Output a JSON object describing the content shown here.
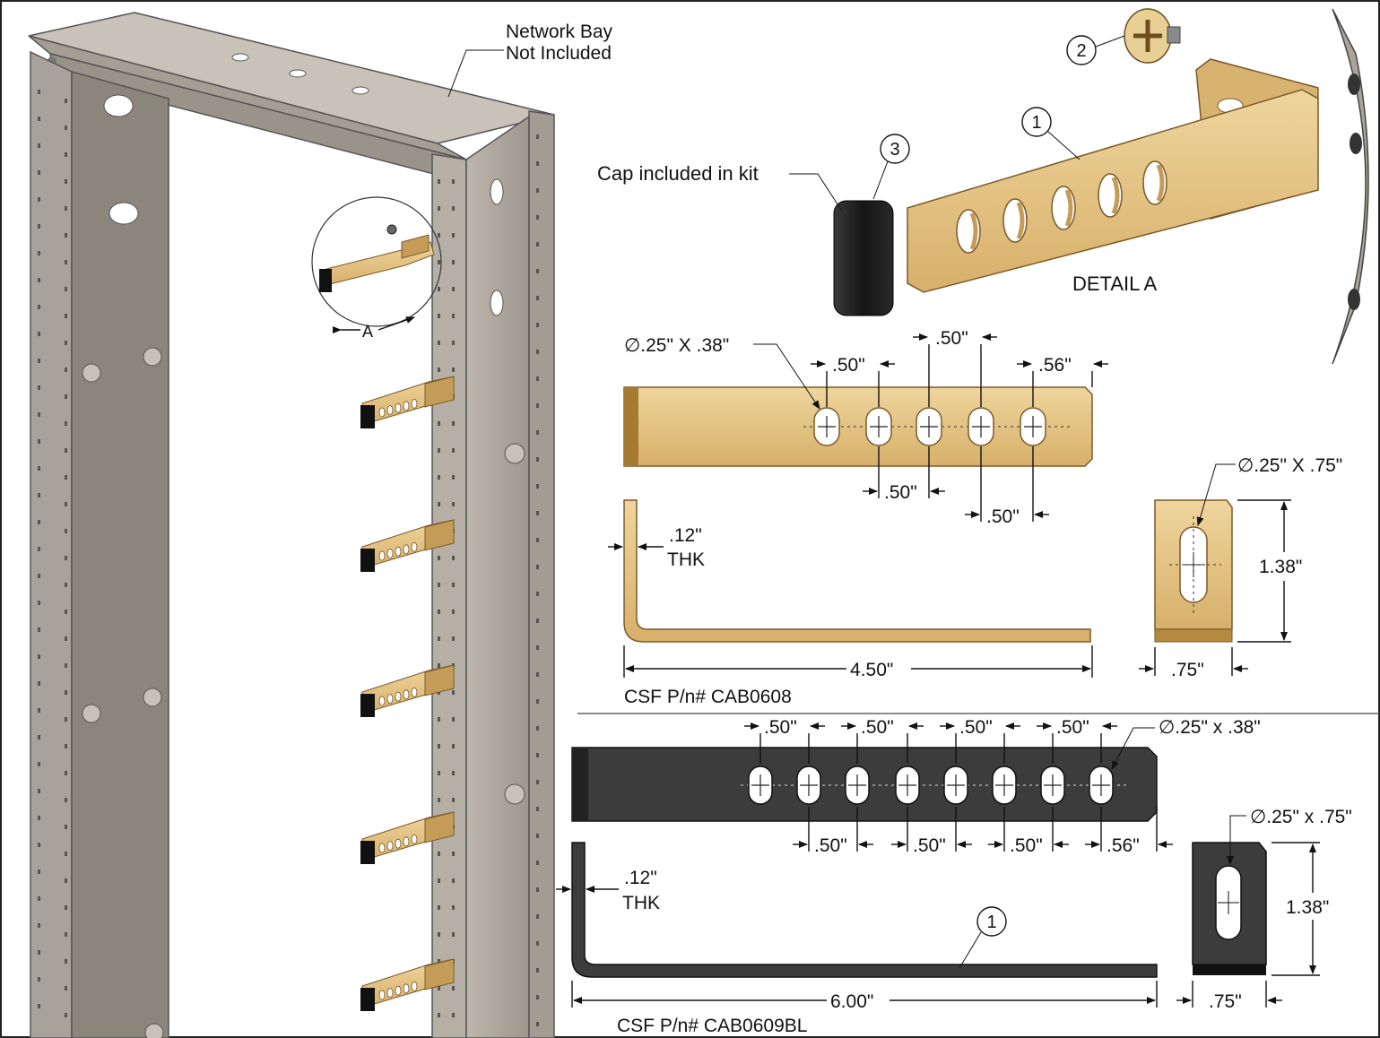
{
  "rack": {
    "network_bay_line1": "Network Bay",
    "network_bay_line2": "Not Included",
    "detail_marker": "A"
  },
  "detail_a": {
    "title": "DETAIL A",
    "cap_note": "Cap included in kit",
    "callout_1": "1",
    "callout_2": "2",
    "callout_3": "3"
  },
  "part_cab0608": {
    "part_number": "CSF P/n# CAB0608",
    "slot_callout": "∅.25\" X .38\"",
    "dim_top_1": ".50\"",
    "dim_top_2": ".50\"",
    "dim_top_3": ".56\"",
    "dim_bottom_1": ".50\"",
    "dim_bottom_2": ".50\"",
    "thickness_value": ".12\"",
    "thickness_label": "THK",
    "length": "4.50\"",
    "end_slot_callout": "∅.25\" X .75\"",
    "end_height": "1.38\"",
    "end_width": ".75\""
  },
  "part_cab0609bl": {
    "part_number": "CSF P/n# CAB0609BL",
    "slot_callout": "∅.25\" x .38\"",
    "dim_top_1": ".50\"",
    "dim_top_2": ".50\"",
    "dim_top_3": ".50\"",
    "dim_top_4": ".50\"",
    "dim_bottom_1": ".50\"",
    "dim_bottom_2": ".50\"",
    "dim_bottom_3": ".50\"",
    "dim_bottom_4": ".56\"",
    "thickness_value": ".12\"",
    "thickness_label": "THK",
    "length": "6.00\"",
    "callout_1": "1",
    "end_slot_callout": "∅.25\" x .75\"",
    "end_height": "1.38\"",
    "end_width": ".75\""
  },
  "colors": {
    "frame": "#b1aaa2",
    "frame_dark": "#8f887f",
    "bracket_tan": "#e2c07e",
    "bracket_tan_dark": "#b99454",
    "bracket_black": "#3a3a3a",
    "cap": "#1c1c1c"
  }
}
